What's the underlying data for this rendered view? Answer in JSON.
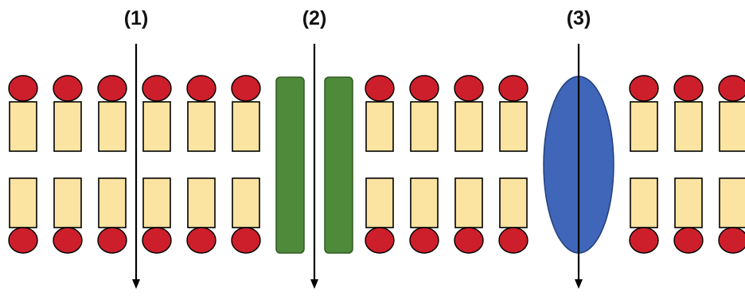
{
  "labels": {
    "one": "(1)",
    "two": "(2)",
    "three": "(3)"
  },
  "colors": {
    "lipid_head": "#cc1f2b",
    "lipid_tail": "#fbe3a1",
    "channel_protein": "#4e8a3a",
    "carrier_protein": "#3f66b8",
    "arrow": "#000000"
  }
}
